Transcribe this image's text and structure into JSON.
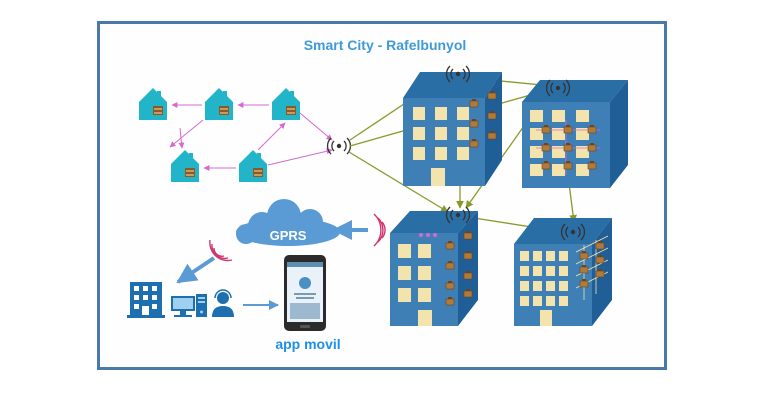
{
  "title": "Smart City - Rafelbunyol",
  "app_label": "app movil",
  "cloud_label": "GPRS",
  "colors": {
    "frame": "#4a78a8",
    "title": "#3f9ad7",
    "building_front": "#3e7fb5",
    "building_side": "#1f5e96",
    "building_top": "#2a6ea6",
    "window": "#f3e4ad",
    "house": "#22b5c9",
    "cloud": "#5b9bd5",
    "olive_link": "#8a9a2a",
    "pink_link": "#d46ad0"
  },
  "icons": [
    "house-icon",
    "antenna-icon",
    "cloud-icon",
    "office-building-icon",
    "computer-icon",
    "server-icon",
    "operator-icon",
    "smartphone-icon",
    "water-meter-icon"
  ]
}
